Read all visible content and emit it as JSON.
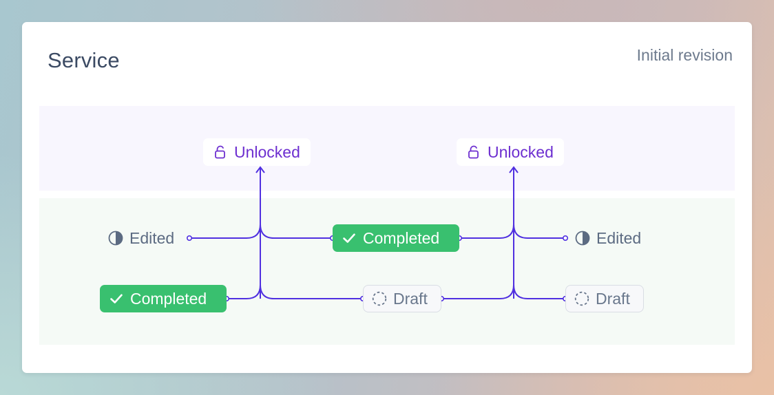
{
  "card": {
    "title": "Service",
    "revision": "Initial revision"
  },
  "colors": {
    "connector": "#4f2fe0",
    "unlocked_text": "#6d2fd0",
    "completed_bg": "#39c06f",
    "lane_top": "#f8f6fe",
    "lane_bottom": "#f5faf6"
  },
  "nodes": {
    "unlocked_1": {
      "label": "Unlocked",
      "icon": "unlock-icon"
    },
    "unlocked_2": {
      "label": "Unlocked",
      "icon": "unlock-icon"
    },
    "edited_1": {
      "label": "Edited",
      "icon": "half-circle-icon"
    },
    "completed_1": {
      "label": "Completed",
      "icon": "check-icon"
    },
    "edited_2": {
      "label": "Edited",
      "icon": "half-circle-icon"
    },
    "completed_2": {
      "label": "Completed",
      "icon": "check-icon"
    },
    "draft_1": {
      "label": "Draft",
      "icon": "dashed-circle-icon"
    },
    "draft_2": {
      "label": "Draft",
      "icon": "dashed-circle-icon"
    }
  }
}
